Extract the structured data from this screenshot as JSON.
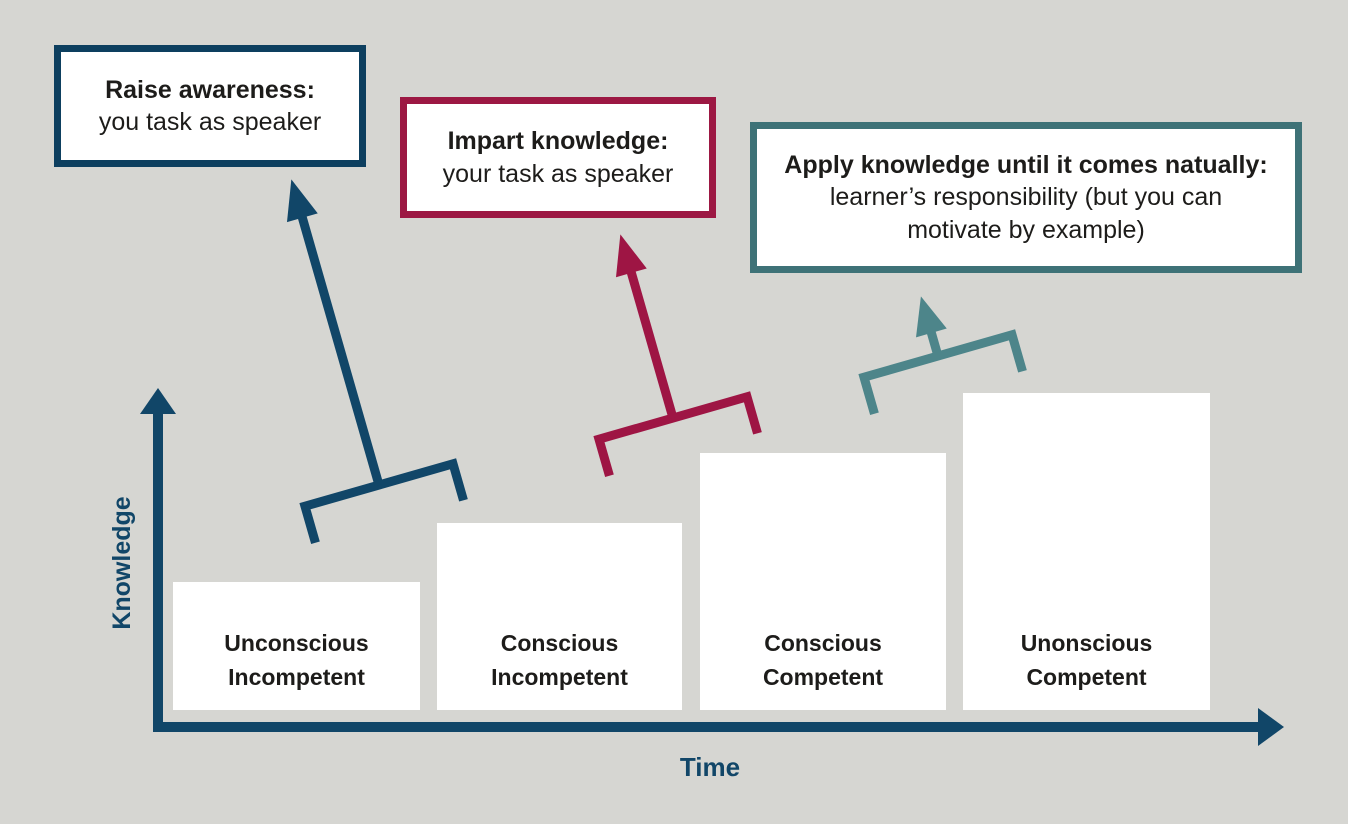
{
  "callouts": [
    {
      "title": "Raise awareness:",
      "body": "you task as speaker",
      "border_color": "#0d3f5f"
    },
    {
      "title": "Impart knowledge:",
      "body": "your task as speaker",
      "border_color": "#9c1843"
    },
    {
      "title": "Apply knowledge until it comes natually:",
      "body": "learner’s responsibility (but you can\nmotivate by example)",
      "border_color": "#3e7277"
    }
  ],
  "stages": [
    {
      "label": "Unconscious\nIncompetent"
    },
    {
      "label": "Conscious\nIncompetent"
    },
    {
      "label": "Conscious\nCompetent"
    },
    {
      "label": "Unonscious\nCompetent"
    }
  ],
  "axes": {
    "x_label": "Time",
    "y_label": "Knowledge"
  },
  "colors": {
    "background": "#d6d6d2",
    "navy": "#114668",
    "navy_box_border": "#0d3f5f",
    "red": "#9e1544",
    "teal_box_border": "#3e7277",
    "teal_arrow": "#4d858a",
    "bar_fill": "#ffffff",
    "text": "#1d1c1a"
  }
}
